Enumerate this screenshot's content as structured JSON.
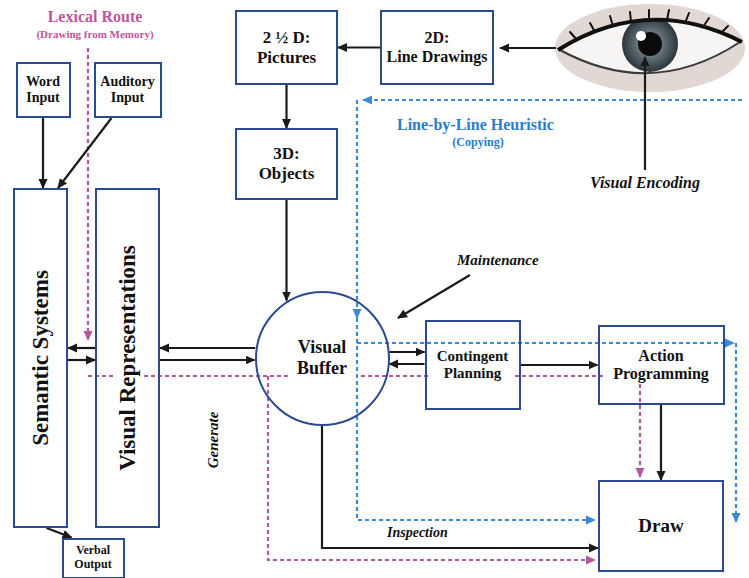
{
  "diagram": {
    "nodes": [
      {
        "text": [
          "Word Input"
        ]
      },
      {
        "text": [
          "Auditory Input"
        ]
      },
      {
        "text": [
          "2 ½ D:",
          "Pictures"
        ]
      },
      {
        "text": [
          "2D:",
          "Line Drawings"
        ]
      },
      {
        "text": [
          "3D:",
          "Objects"
        ]
      },
      {
        "text": [
          "Semantic Systems"
        ]
      },
      {
        "text": [
          "Visual Representations"
        ]
      },
      {
        "text": [
          "Visual Buffer"
        ]
      },
      {
        "text": [
          "Contingent Planning"
        ]
      },
      {
        "text": [
          "Action Programming"
        ]
      },
      {
        "text": [
          "Verbal Output"
        ]
      },
      {
        "text": [
          "Draw"
        ]
      }
    ],
    "edges": [
      {
        "from": 0,
        "to": 5,
        "arrow": "to"
      },
      {
        "from": 1,
        "to": 5,
        "arrow": "to"
      },
      {
        "from": 5,
        "to": 10,
        "arrow": "to"
      },
      {
        "from": 5,
        "to": 6,
        "arrow": "to"
      },
      {
        "from": 6,
        "to": 5,
        "arrow": "to"
      },
      {
        "from": 6,
        "to": 7,
        "arrow": "to"
      },
      {
        "from": 7,
        "to": 6,
        "arrow": "to"
      },
      {
        "from": 3,
        "to": 2,
        "arrow": "to"
      },
      {
        "from": 2,
        "to": 4,
        "arrow": "to"
      },
      {
        "from": 4,
        "to": 7,
        "arrow": "to"
      },
      {
        "from": 7,
        "to": 8,
        "arrow": "to"
      },
      {
        "from": 8,
        "to": 7,
        "arrow": "to"
      },
      {
        "from": 8,
        "to": 9,
        "arrow": "to"
      },
      {
        "from": 9,
        "to": 11,
        "arrow": "to"
      },
      {
        "from": 7,
        "to": 11,
        "arrow": "to",
        "label": "Inspection"
      }
    ],
    "labels": [
      "Lexical Route",
      "(Drawing from Memory)",
      "Line-by-Line Heuristic",
      "(Copying)",
      "Visual Encoding",
      "Maintenance",
      "Generate"
    ]
  }
}
